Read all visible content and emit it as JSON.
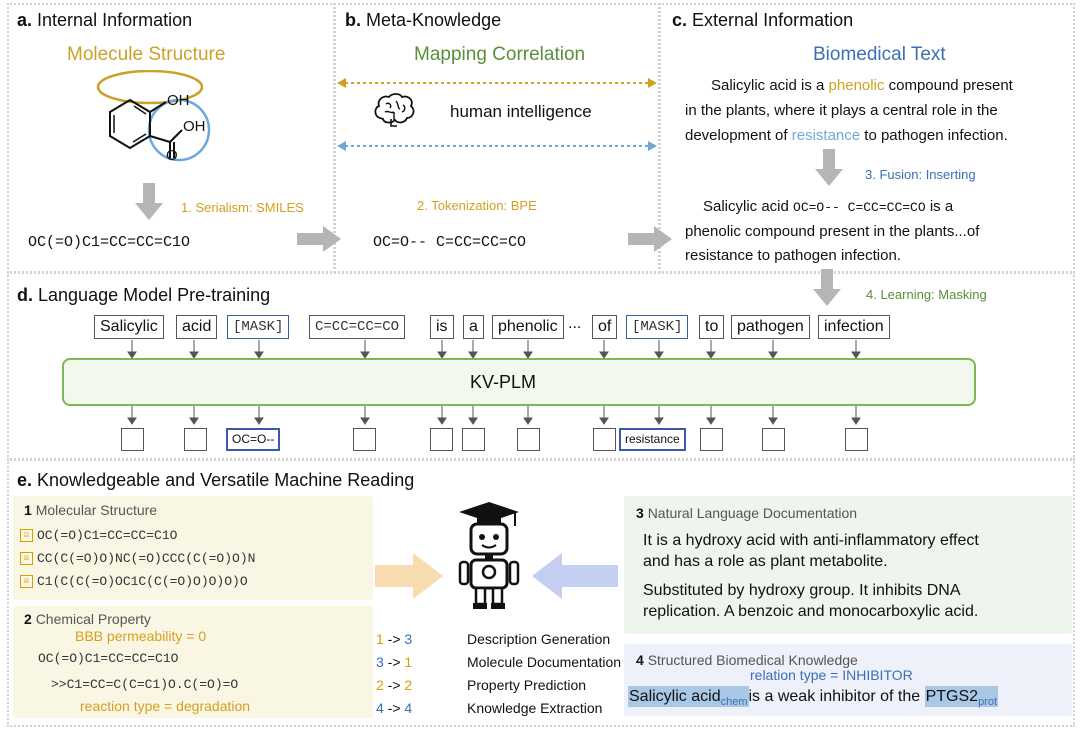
{
  "panel_a": {
    "letter": "a.",
    "title": "Internal Information",
    "subtitle": "Molecule Structure",
    "oh_top": "OH",
    "oh_acid": "OH",
    "o_atom": "O",
    "step": "1. Serialism: SMILES",
    "smiles": "OC(=O)C1=CC=CC=C1O"
  },
  "panel_b": {
    "letter": "b.",
    "title": "Meta-Knowledge",
    "subtitle": "Mapping Correlation",
    "brain_label": "human intelligence",
    "step": "2. Tokenization: BPE",
    "tokens": "OC=O-- C=CC=CC=CO"
  },
  "panel_c": {
    "letter": "c.",
    "title": "External Information",
    "subtitle": "Biomedical Text",
    "text1_a": "Salicylic acid is a ",
    "text1_phenolic": "phenolic",
    "text1_b": " compound present",
    "text1_line2": "in the plants, where it plays a central role in the",
    "text1_line3a": "development of ",
    "text1_resistance": "resistance",
    "text1_line3b": " to pathogen infection.",
    "step3": "3. Fusion: Inserting",
    "fused_a": "Salicylic acid ",
    "fused_code": "OC=O-- C=CC=CC=CO",
    "fused_b": " is a",
    "fused_line2": "phenolic compound present in the plants...of",
    "fused_line3": "resistance to pathogen infection."
  },
  "panel_d": {
    "letter": "d.",
    "title": "Language Model Pre-training",
    "step4": "4. Learning: Masking",
    "tokens": [
      "Salicylic",
      "acid",
      "[MASK]",
      "C=CC=CC=CO",
      "is",
      "a",
      "phenolic",
      "...",
      "of",
      "[MASK]",
      "to",
      "pathogen",
      "infection"
    ],
    "model": "KV-PLM",
    "output_1": "OC=O--",
    "output_2": "resistance"
  },
  "panel_e": {
    "letter": "e.",
    "title": "Knowledgeable and Versatile Machine Reading",
    "card1": {
      "num": "1",
      "title": "Molecular Structure",
      "items": [
        {
          "mark": "☑",
          "text": "OC(=O)C1=CC=CC=C1O"
        },
        {
          "mark": "☒",
          "text": "CC(C(=O)O)NC(=O)CCC(C(=O)O)N"
        },
        {
          "mark": "☒",
          "text": "C1(C(C(=O)OC1C(C(=O)O)O)O)O"
        }
      ]
    },
    "card2": {
      "num": "2",
      "title": "Chemical Property",
      "bbb": "BBB permeability = 0",
      "smiles": "OC(=O)C1=CC=CC=C1O",
      "reaction": ">>C1=CC=C(C=C1)O.C(=O)=O",
      "reaction_type": "reaction type = degradation"
    },
    "card3": {
      "num": "3",
      "title": "Natural Language Documentation",
      "p1a": "It is a hydroxy acid with anti-inflammatory effect",
      "p1b": "and has a role as plant metabolite.",
      "p2a": "Substituted by hydroxy group. It inhibits DNA",
      "p2b": "replication. A benzoic and monocarboxylic acid."
    },
    "card4": {
      "num": "4",
      "title": "Structured Biomedical Knowledge",
      "relation": "relation type = INHIBITOR",
      "ent1": "Salicylic acid",
      "ent1_sub": "chem",
      "mid": "is a weak inhibitor of the ",
      "ent2": "PTGS2",
      "ent2_sub": "prot"
    },
    "tasks": [
      {
        "from": "1",
        "to": "3",
        "label": "Description Generation",
        "from_color": "#d4a000",
        "to_color": "#d4a000"
      },
      {
        "from": "3",
        "to": "1",
        "label": "Molecule Documentation",
        "from_color": "#3b6fb5",
        "to_color": "#3b6fb5"
      },
      {
        "from": "2",
        "to": "2",
        "label": "Property Prediction",
        "from_color": "#d4a000",
        "to_color": "#d4a000"
      },
      {
        "from": "4",
        "to": "4",
        "label": "Knowledge Extraction",
        "from_color": "#3b6fb5",
        "to_color": "#3b6fb5"
      }
    ],
    "arrow_sep": " -> "
  },
  "colors": {
    "gold": "#c9a227",
    "green": "#5a8f3a",
    "blue": "#3b6fb5",
    "lightblue": "#6fa8d8",
    "orange_step": "#d4a020",
    "gray_arrow": "#b5b5b5"
  }
}
